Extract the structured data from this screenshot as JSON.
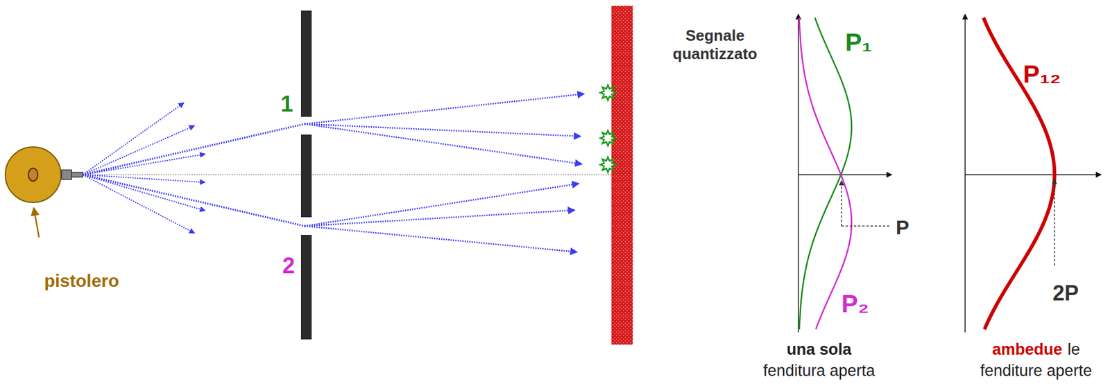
{
  "diagram": {
    "labels": [
      "pistolero",
      "1",
      "2",
      "Segnale quantizzato",
      "P₁",
      "P₂",
      "P",
      "P₁₂",
      "2P",
      "una sola",
      "fenditura aperta",
      "ambedue",
      "le",
      "fenditure aperte"
    ]
  }
}
